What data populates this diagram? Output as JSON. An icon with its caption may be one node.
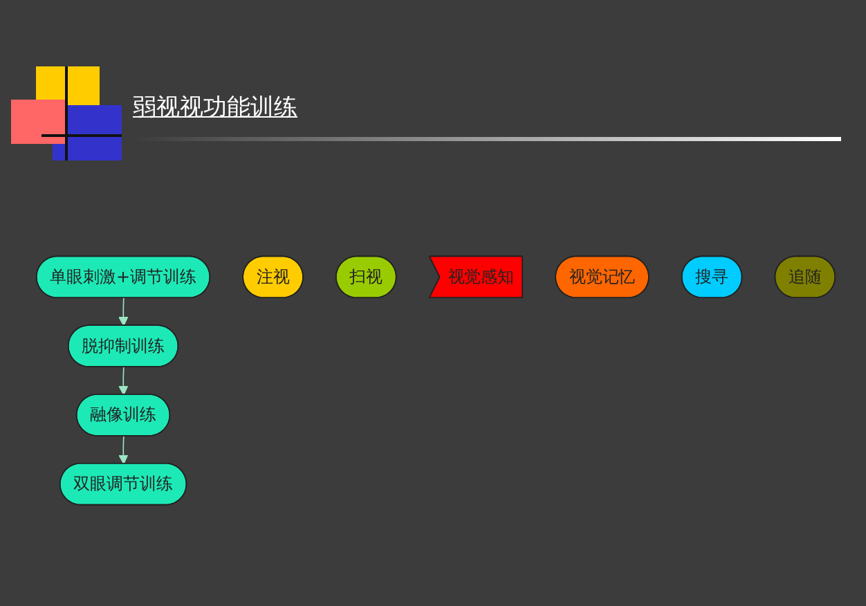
{
  "diagram": {
    "title": "弱视视功能训练",
    "nodes": [
      {
        "text": [
          "单眼刺激+调节训练"
        ]
      },
      {
        "text": [
          "脱抑制训练"
        ]
      },
      {
        "text": [
          "融像训练"
        ]
      },
      {
        "text": [
          "双眼调节训练"
        ]
      },
      {
        "text": [
          "注视"
        ]
      },
      {
        "text": [
          "扫视"
        ]
      },
      {
        "text": [
          "视觉感知"
        ]
      },
      {
        "text": [
          "视觉记忆"
        ]
      },
      {
        "text": [
          "搜寻"
        ]
      },
      {
        "text": [
          "追随"
        ]
      }
    ],
    "edges": [
      {
        "from": 0,
        "to": 1,
        "arrow": "to"
      },
      {
        "from": 1,
        "to": 2,
        "arrow": "to"
      },
      {
        "from": 2,
        "to": 3,
        "arrow": "to"
      }
    ]
  }
}
